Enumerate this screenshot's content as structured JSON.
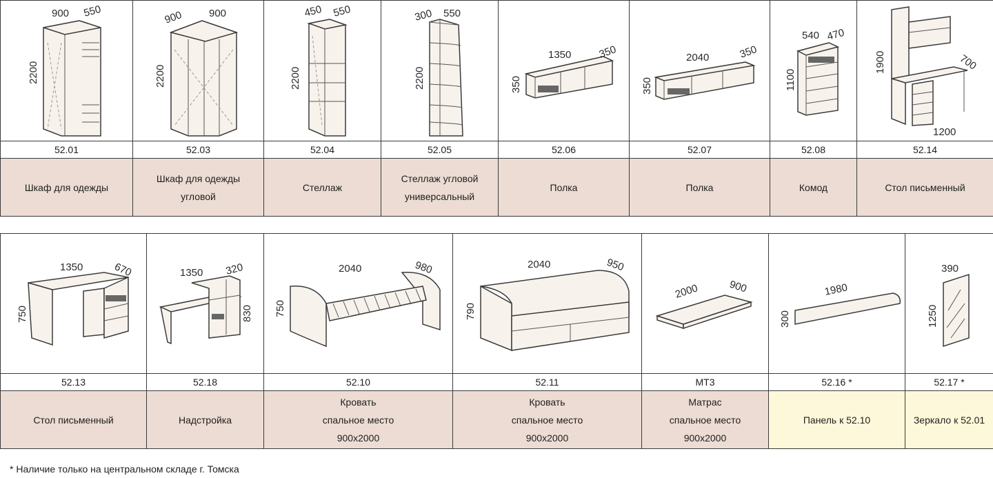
{
  "row1": [
    {
      "code": "52.01",
      "name": "Шкаф для одежды",
      "dims": [
        "900",
        "550",
        "2200"
      ],
      "icon": "wardrobe-icon"
    },
    {
      "code": "52.03",
      "name": "Шкаф для одежды\nугловой",
      "dims": [
        "900",
        "900",
        "2200"
      ],
      "icon": "corner-wardrobe-icon"
    },
    {
      "code": "52.04",
      "name": "Стеллаж",
      "dims": [
        "450",
        "550",
        "2200"
      ],
      "icon": "shelving-icon"
    },
    {
      "code": "52.05",
      "name": "Стеллаж угловой\nуниверсальный",
      "dims": [
        "300",
        "550",
        "2200"
      ],
      "icon": "corner-shelving-icon"
    },
    {
      "code": "52.06",
      "name": "Полка",
      "dims": [
        "1350",
        "350",
        "350"
      ],
      "icon": "shelf-icon"
    },
    {
      "code": "52.07",
      "name": "Полка",
      "dims": [
        "2040",
        "350",
        "350"
      ],
      "icon": "long-shelf-icon"
    },
    {
      "code": "52.08",
      "name": "Комод",
      "dims": [
        "540",
        "470",
        "1100"
      ],
      "icon": "chest-of-drawers-icon"
    },
    {
      "code": "52.14",
      "name": "Стол письменный",
      "dims": [
        "1900",
        "700",
        "1200"
      ],
      "icon": "desk-with-hutch-icon"
    }
  ],
  "row2": [
    {
      "code": "52.13",
      "name": "Стол письменный",
      "dims": [
        "1350",
        "670",
        "750"
      ],
      "icon": "desk-icon"
    },
    {
      "code": "52.18",
      "name": "Надстройка",
      "dims": [
        "1350",
        "320",
        "830"
      ],
      "icon": "desk-superstructure-icon"
    },
    {
      "code": "52.10",
      "name": "Кровать\nспальное место\n900х2000",
      "dims": [
        "2040",
        "980",
        "750"
      ],
      "icon": "bed-icon"
    },
    {
      "code": "52.11",
      "name": "Кровать\nспальное место\n900х2000",
      "dims": [
        "2040",
        "950",
        "790"
      ],
      "icon": "sofa-bed-icon"
    },
    {
      "code": "МТ3",
      "name": "Матрас\nспальное место\n900х2000",
      "dims": [
        "2000",
        "900"
      ],
      "icon": "mattress-icon"
    },
    {
      "code": "52.16 *",
      "name": "Панель к 52.10",
      "dims": [
        "1980",
        "300"
      ],
      "icon": "panel-icon"
    },
    {
      "code": "52.17 *",
      "name": "Зеркало к 52.01",
      "dims": [
        "390",
        "1250"
      ],
      "icon": "mirror-icon"
    }
  ],
  "footnote": "* Наличие только на центральном складе г. Томска"
}
